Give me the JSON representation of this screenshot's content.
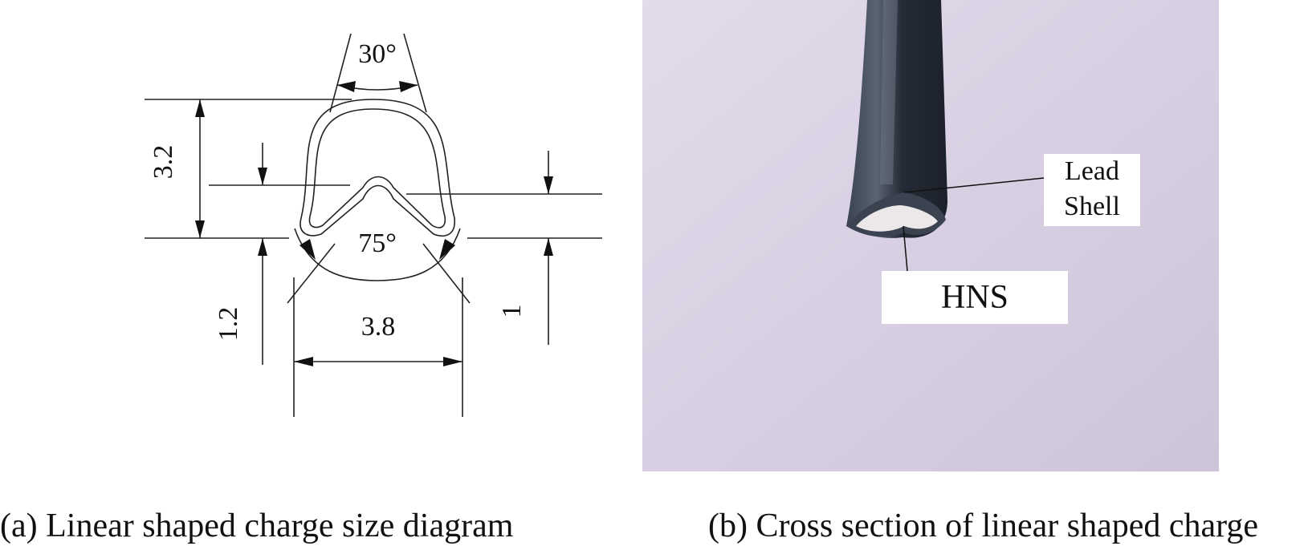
{
  "diagram": {
    "angle_top": "30°",
    "angle_bottom": "75°",
    "dim_height": "3.2",
    "dim_inner_depth": "1.2",
    "dim_standoff": "1",
    "dim_width": "3.8"
  },
  "photo": {
    "lead_label_line1": "Lead",
    "lead_label_line2": "Shell",
    "hns_label": "HNS",
    "background_color": "#d9d0e3",
    "rod_color": "#2c3340",
    "explosive_color": "#ece8ea"
  },
  "captions": {
    "a": "(a) Linear shaped charge size diagram",
    "b": "(b) Cross section of linear shaped charge"
  }
}
